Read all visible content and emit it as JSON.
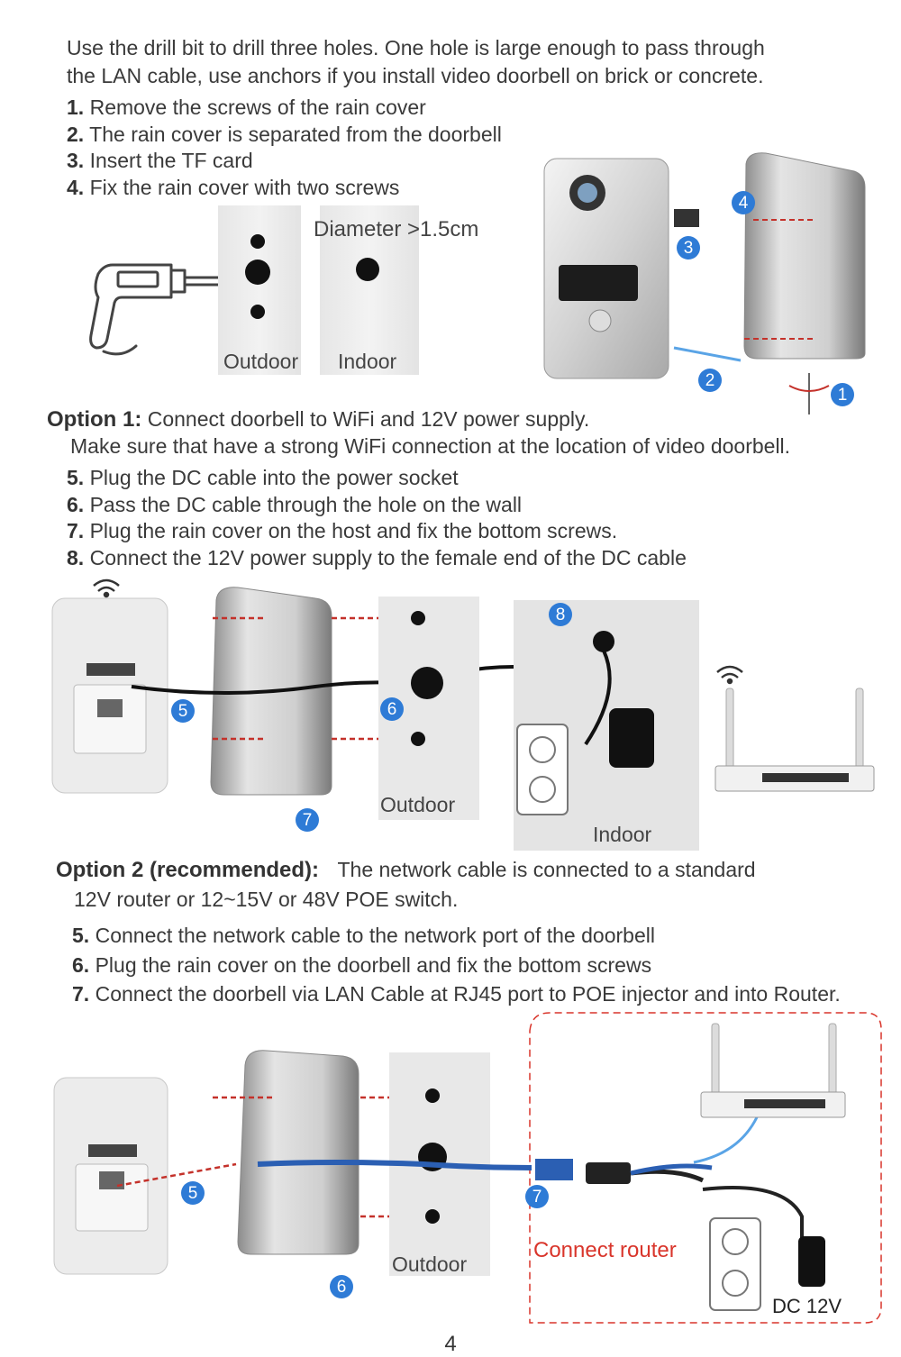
{
  "intro": {
    "line1": "Use the drill bit to drill three holes. One hole is large enough to pass through",
    "line2": "the LAN cable, use anchors if you install video doorbell on brick or concrete."
  },
  "steps_install": [
    {
      "num": "1.",
      "text": "Remove the screws of the rain cover"
    },
    {
      "num": "2.",
      "text": "The rain cover is separated from the doorbell"
    },
    {
      "num": "3.",
      "text": "Insert the TF card"
    },
    {
      "num": "4.",
      "text": "Fix the rain cover with two screws"
    }
  ],
  "drill": {
    "diameter_label": "Diameter >1.5cm",
    "outdoor_label": "Outdoor",
    "indoor_label": "Indoor"
  },
  "badges": {
    "b1": "1",
    "b2": "2",
    "b3": "3",
    "b4": "4",
    "b5": "5",
    "b6": "6",
    "b7": "7",
    "b8": "8"
  },
  "option1": {
    "title": "Option 1:",
    "title_rest": " Connect doorbell to WiFi and 12V power supply.",
    "subtitle": "Make sure that have a strong WiFi connection at the location of video doorbell.",
    "steps": [
      {
        "num": "5.",
        "text": "Plug the DC cable into the power socket"
      },
      {
        "num": "6.",
        "text": "Pass the DC cable through the hole on the wall"
      },
      {
        "num": "7.",
        "text": "Plug the rain cover on the host and fix the bottom screws."
      },
      {
        "num": "8.",
        "text": "Connect the 12V power supply to the female end of the DC cable"
      }
    ],
    "outdoor_label": "Outdoor",
    "indoor_label": "Indoor"
  },
  "option2": {
    "title": "Option 2 (recommended):",
    "title_rest": "The network cable is connected to a standard",
    "subtitle": "12V router or 12~15V or 48V POE switch.",
    "steps": [
      {
        "num": "5.",
        "text": "Connect the network cable to the network port of the doorbell"
      },
      {
        "num": "6.",
        "text": "Plug the rain cover on the doorbell and fix the bottom screws"
      },
      {
        "num": "7.",
        "text": "Connect the doorbell via LAN Cable at RJ45 port to POE injector and into Router."
      }
    ],
    "outdoor_label": "Outdoor",
    "connect_router_label": "Connect router",
    "dc_label": "DC 12V"
  },
  "page_number": "4",
  "colors": {
    "accent_blue": "#2e7bd6",
    "red_dash": "#c4312a",
    "text": "#3a3a3a",
    "connect_red": "#d9352b"
  }
}
